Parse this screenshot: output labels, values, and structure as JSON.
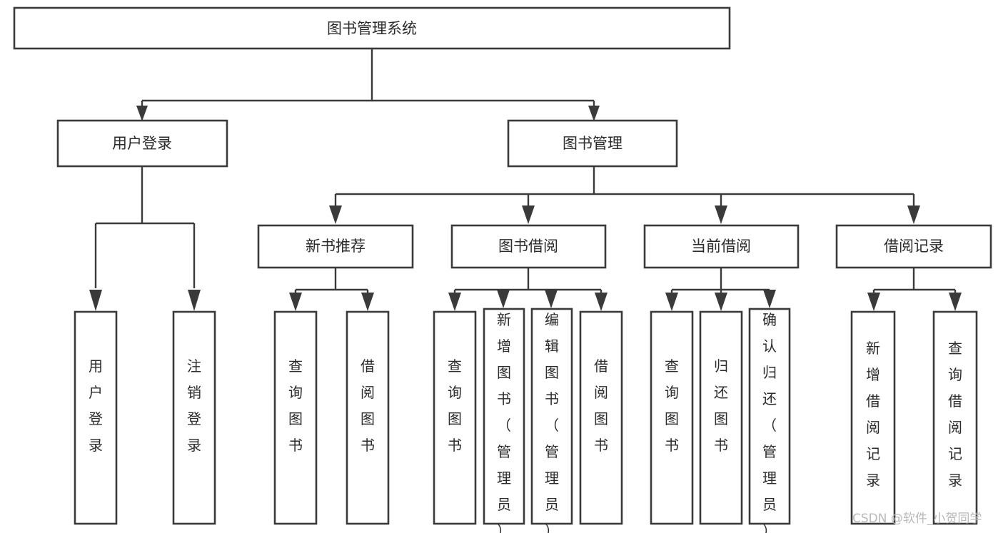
{
  "diagram": {
    "title_node": {
      "id": "root",
      "label": "图书管理系统"
    },
    "level2": [
      {
        "id": "user-login",
        "label": "用户登录"
      },
      {
        "id": "book-management",
        "label": "图书管理"
      }
    ],
    "level3": [
      {
        "id": "new-book-recommend",
        "label": "新书推荐"
      },
      {
        "id": "book-borrow",
        "label": "图书借阅"
      },
      {
        "id": "current-borrow",
        "label": "当前借阅"
      },
      {
        "id": "borrow-record",
        "label": "借阅记录"
      }
    ],
    "leaves": {
      "user-login": [
        {
          "id": "leaf-user-login",
          "label": "用户登录"
        },
        {
          "id": "leaf-user-logout",
          "label": "注销登录"
        }
      ],
      "new-book-recommend": [
        {
          "id": "leaf-query-book-1",
          "label": "查询图书"
        },
        {
          "id": "leaf-borrow-book-1",
          "label": "借阅图书"
        }
      ],
      "book-borrow": [
        {
          "id": "leaf-query-book-2",
          "label": "查询图书"
        },
        {
          "id": "leaf-add-book",
          "label": "新增图书（管理员）"
        },
        {
          "id": "leaf-edit-book",
          "label": "编辑图书（管理员）"
        },
        {
          "id": "leaf-borrow-book-2",
          "label": "借阅图书"
        }
      ],
      "current-borrow": [
        {
          "id": "leaf-query-book-3",
          "label": "查询图书"
        },
        {
          "id": "leaf-return-book",
          "label": "归还图书"
        },
        {
          "id": "leaf-confirm-return",
          "label": "确认归还（管理员）"
        }
      ],
      "borrow-record": [
        {
          "id": "leaf-add-record",
          "label": "新增借阅记录"
        },
        {
          "id": "leaf-query-record",
          "label": "查询借阅记录"
        }
      ]
    }
  },
  "watermark": {
    "label": "CSDN @软件_小贺同学"
  },
  "colors": {
    "stroke": "#3a3a3a",
    "fill": "#ffffff",
    "text": "#2b2b2b",
    "watermark": "#b9b9b9"
  }
}
